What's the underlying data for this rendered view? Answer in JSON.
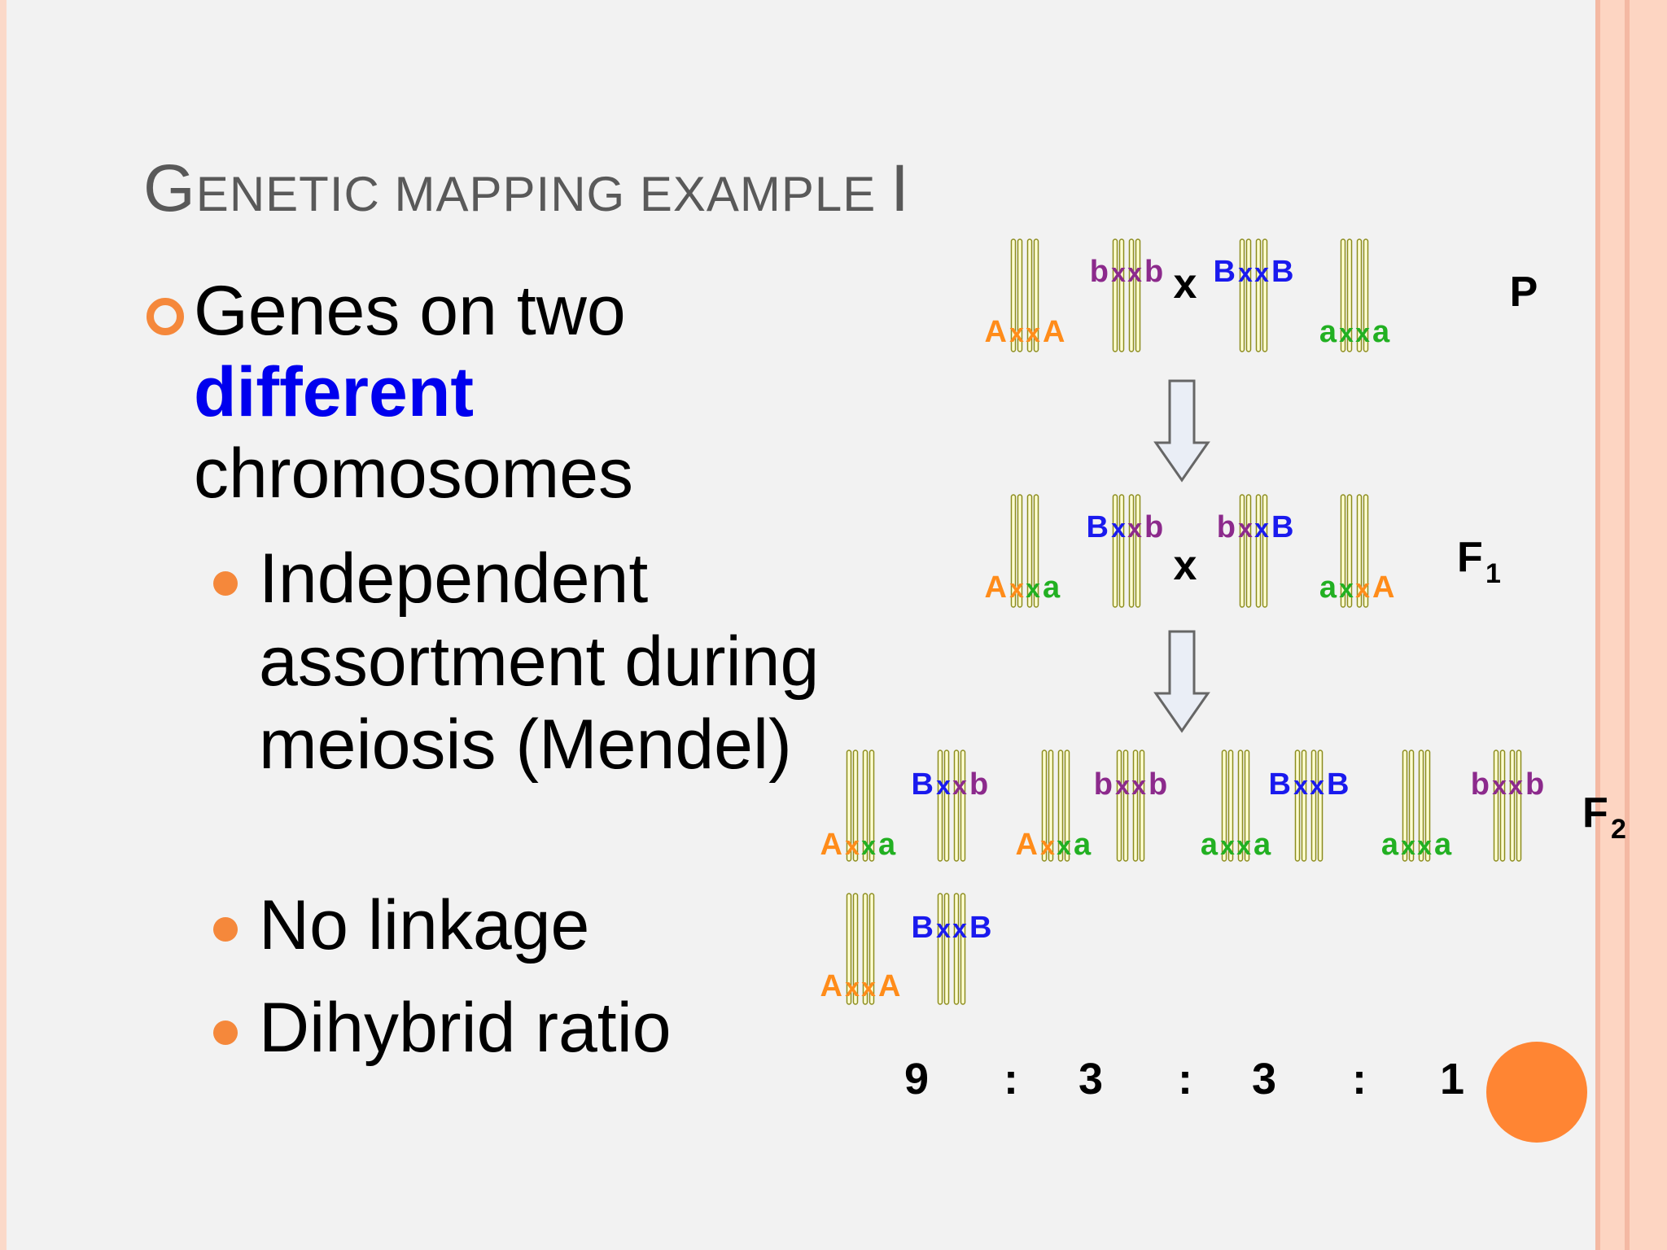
{
  "colors": {
    "background": "#f2f2f2",
    "edge_stripe": "#f4b9a3",
    "edge_panel": "#fdd5c2",
    "accent_orange": "#f5883b",
    "allele_A": "#ff8c1a",
    "allele_a": "#22b022",
    "allele_B": "#1a1aee",
    "allele_b": "#8c2a8c",
    "chromosome_fill": "#ffffd2",
    "chromosome_stroke": "#8c8c1e",
    "emphasis_blue": "#0000ee"
  },
  "title": {
    "initial_1": "G",
    "rest_1": "ENETIC MAPPING EXAMPLE ",
    "initial_2": "I"
  },
  "bullet": {
    "line_1": "Genes on two",
    "emphasis": "different",
    "line_3": "chromosomes"
  },
  "sub_bullets": [
    "Independent assortment during meiosis (Mendel)",
    "No linkage",
    "Dihybrid ratio"
  ],
  "diagram": {
    "generation_labels": {
      "P": "P",
      "F1": "F",
      "F1_sub": "1",
      "F2": "F",
      "F2_sub": "2"
    },
    "cross_symbol": "x",
    "arrow_icon": "down-arrow-icon",
    "parents": [
      {
        "pair": "AA",
        "alleles": [
          "A",
          "A"
        ]
      },
      {
        "pair": "bb",
        "alleles": [
          "b",
          "b"
        ]
      },
      {
        "pair": "BB",
        "alleles": [
          "B",
          "B"
        ]
      },
      {
        "pair": "aa",
        "alleles": [
          "a",
          "a"
        ]
      }
    ],
    "f1": [
      {
        "pair": "Aa",
        "alleles": [
          "A",
          "a"
        ]
      },
      {
        "pair": "Bb",
        "alleles": [
          "B",
          "b"
        ]
      },
      {
        "pair": "bB",
        "alleles": [
          "b",
          "B"
        ]
      },
      {
        "pair": "aA",
        "alleles": [
          "a",
          "A"
        ]
      }
    ],
    "f2": [
      {
        "pair": "Aa",
        "alleles": [
          "A",
          "a"
        ]
      },
      {
        "pair": "Bb",
        "alleles": [
          "B",
          "b"
        ]
      },
      {
        "pair": "Aa",
        "alleles": [
          "A",
          "a"
        ]
      },
      {
        "pair": "bb",
        "alleles": [
          "b",
          "b"
        ]
      },
      {
        "pair": "aa",
        "alleles": [
          "a",
          "a"
        ]
      },
      {
        "pair": "BB",
        "alleles": [
          "B",
          "B"
        ]
      },
      {
        "pair": "aa",
        "alleles": [
          "a",
          "a"
        ]
      },
      {
        "pair": "bb",
        "alleles": [
          "b",
          "b"
        ]
      },
      {
        "pair": "AA",
        "alleles": [
          "A",
          "A"
        ]
      },
      {
        "pair": "BB",
        "alleles": [
          "B",
          "B"
        ]
      }
    ],
    "ratio": [
      "9",
      ":",
      "3",
      ":",
      "3",
      ":",
      "1"
    ]
  }
}
